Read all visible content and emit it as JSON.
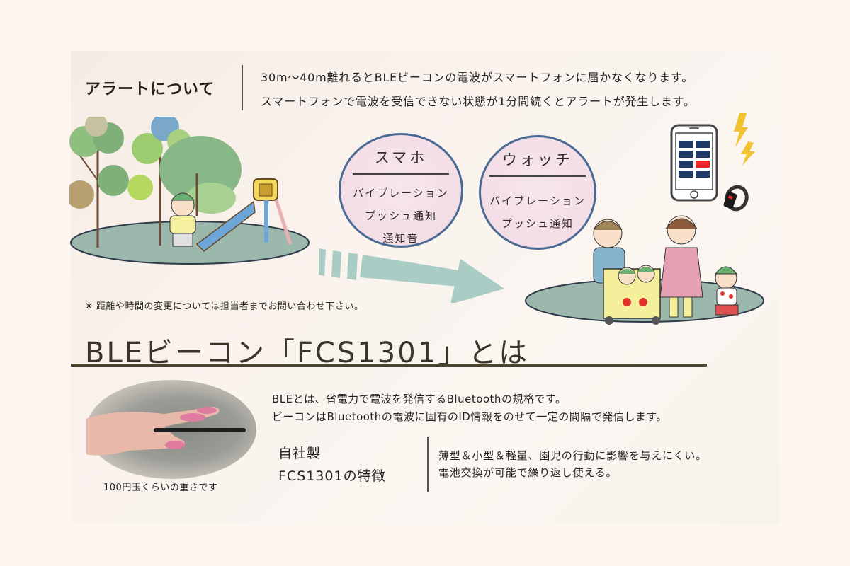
{
  "alert": {
    "title": "アラートについて",
    "lines": [
      "30m～40m離れるとBLEビーコンの電波がスマートフォンに届かなくなります。",
      "スマートフォンで電波を受信できない状態が1分間続くとアラートが発生します。"
    ]
  },
  "circles": {
    "phone": {
      "title": "スマホ",
      "items": [
        "バイブレーション",
        "プッシュ通知",
        "通知音"
      ]
    },
    "watch": {
      "title": "ウォッチ",
      "items": [
        "バイブレーション",
        "プッシュ通知"
      ]
    }
  },
  "note": "※ 距離や時間の変更については担当者までお問い合わせ下さい。",
  "section": {
    "title": "BLEビーコン「FCS1301」とは"
  },
  "ble_description": [
    "BLEとは、省電力で電波を発信するBluetoothの規格です。",
    "ビーコンはBluetoothの電波に固有のID情報をのせて一定の間隔で発信します。"
  ],
  "features": {
    "title_line1": "自社製",
    "title_line2": "FCS1301の特徴",
    "lines": [
      "薄型＆小型＆軽量、園児の行動に影響を与えにくい。",
      "電池交換が可能で繰り返し使える。"
    ]
  },
  "photo": {
    "caption": "100円玉くらいの重さです"
  },
  "colors": {
    "page_bg": "#fdf5ef",
    "circle_border": "#4a6a94",
    "circle_fill": "#f3dde6",
    "arrow": "#a9ccc4",
    "ground": "#8fada0",
    "underline": "#4a4530",
    "phone_tile": "#1f3a66",
    "phone_tile_alert": "#e8262a",
    "lightning": "#f2c230"
  }
}
